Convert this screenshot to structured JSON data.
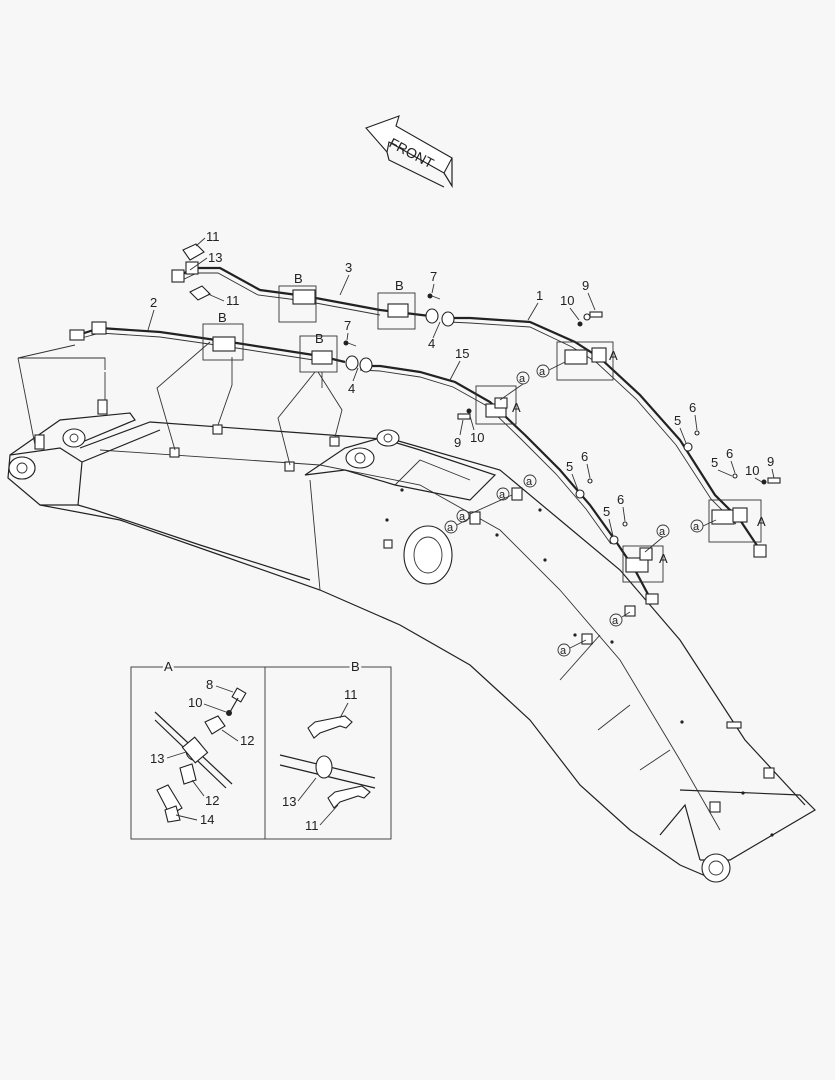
{
  "front_arrow": {
    "label": "FRONT"
  },
  "callouts": {
    "c1": "1",
    "c2": "2",
    "c3": "3",
    "c15": "15",
    "c4a": "4",
    "c4b": "4",
    "c5a": "5",
    "c5b": "5",
    "c5c": "5",
    "c5d": "5",
    "c6a": "6",
    "c6b": "6",
    "c6c": "6",
    "c6d": "6",
    "c7a": "7",
    "c7b": "7",
    "c9a": "9",
    "c9b": "9",
    "c9c": "9",
    "c10a": "10",
    "c10b": "10",
    "c10c": "10",
    "c11a": "11",
    "c11b": "11",
    "c13a": "13"
  },
  "boxes": {
    "a1": "A",
    "a2": "A",
    "a3": "A",
    "a4": "A",
    "b1": "B",
    "b2": "B",
    "b3": "B",
    "b4": "B"
  },
  "markers": {
    "m1": "a",
    "m2": "a",
    "m3": "a",
    "m4": "a",
    "m5": "a",
    "m6": "a",
    "m7": "a",
    "m8": "a",
    "m9": "a",
    "m10": "a"
  },
  "detail_a": {
    "title": "A",
    "labels": {
      "n8": "8",
      "n10": "10",
      "n12a": "12",
      "n12b": "12",
      "n13": "13",
      "n14": "14"
    }
  },
  "detail_b": {
    "title": "B",
    "labels": {
      "n11a": "11",
      "n11b": "11",
      "n13": "13"
    }
  }
}
